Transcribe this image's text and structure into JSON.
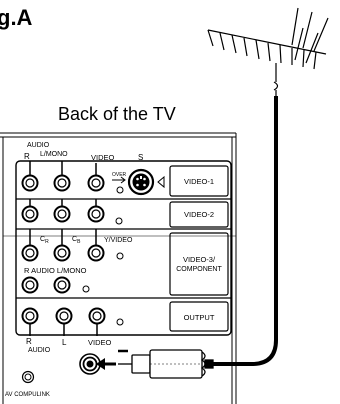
{
  "figure": {
    "label": "g.A",
    "caption": "Back of the TV"
  },
  "panel": {
    "top_labels": {
      "audio": "AUDIO",
      "r": "R",
      "lmono": "L/MONO",
      "video": "VIDEO",
      "s": "S",
      "over": "OVER"
    },
    "row_labels": {
      "video1": "VIDEO-1",
      "video2": "VIDEO-2",
      "video3_line1": "VIDEO-3/",
      "video3_line2": "COMPONENT",
      "output": "OUTPUT"
    },
    "component_labels": {
      "cr": "C",
      "cr_sub": "R",
      "cb": "C",
      "cb_sub": "B",
      "yvideo": "Y/VIDEO",
      "r_audio_lmono": "R AUDIO L/MONO"
    },
    "bottom_labels": {
      "r": "R",
      "audio": "AUDIO",
      "l": "L",
      "video": "VIDEO",
      "av_compulink": "AV COMPULINK"
    }
  },
  "colors": {
    "line": "#000000",
    "background": "#ffffff"
  }
}
